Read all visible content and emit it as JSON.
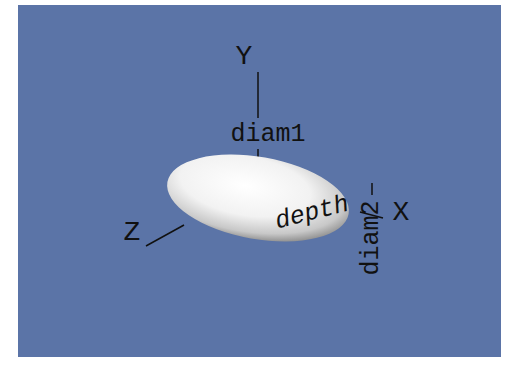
{
  "diagram": {
    "labels": [
      "Y",
      "diam1",
      "diam2",
      "depth",
      "Z",
      "X"
    ]
  }
}
